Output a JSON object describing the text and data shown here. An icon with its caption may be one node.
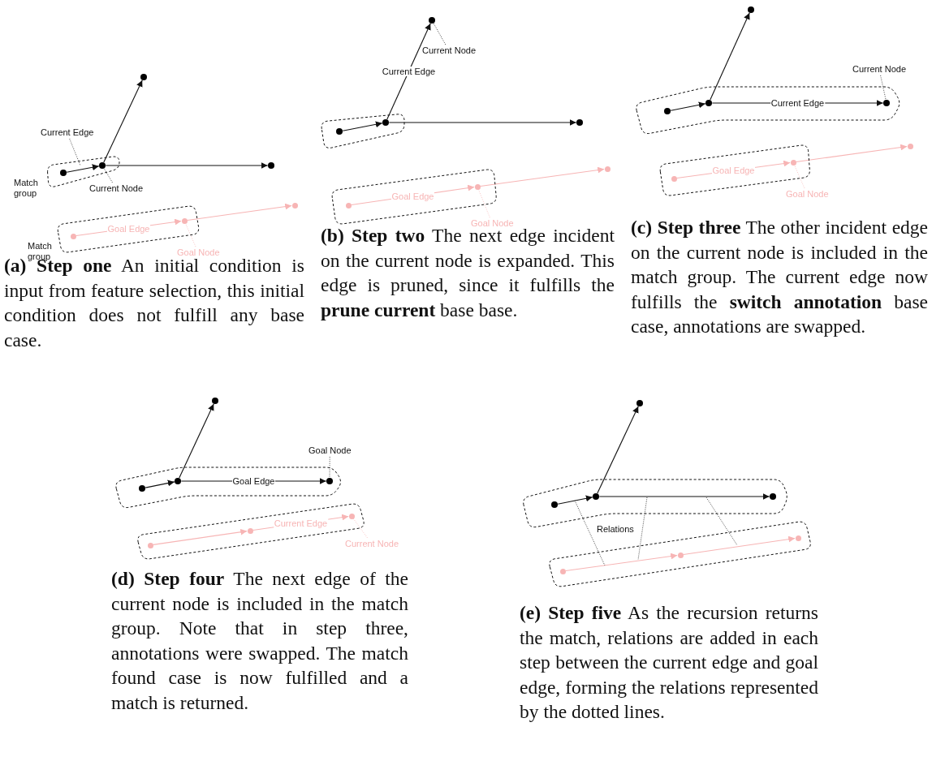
{
  "diagram": {
    "nodes": [
      {
        "text": [
          "Match group"
        ]
      },
      {
        "text": [],
        "shape": "circle",
        "in": 0
      },
      {
        "text": [],
        "shape": "circle",
        "in": 0
      },
      {
        "text": [],
        "shape": "circle"
      },
      {
        "text": [],
        "shape": "circle"
      },
      {
        "text": [
          "Current Edge"
        ]
      },
      {
        "text": [
          "Current Node"
        ]
      },
      {
        "text": [
          "Match group"
        ]
      },
      {
        "text": [],
        "shape": "circle",
        "in": 7
      },
      {
        "text": [],
        "shape": "circle",
        "in": 7
      },
      {
        "text": [],
        "shape": "circle"
      },
      {
        "text": [
          "Goal Node"
        ]
      },
      {
        "text": [],
        "shape": "box"
      },
      {
        "text": [],
        "shape": "circle",
        "in": 12
      },
      {
        "text": [],
        "shape": "circle",
        "in": 12
      },
      {
        "text": [],
        "shape": "circle"
      },
      {
        "text": [],
        "shape": "circle"
      },
      {
        "text": [
          "Current Node"
        ]
      },
      {
        "text": [],
        "shape": "box"
      },
      {
        "text": [],
        "shape": "circle",
        "in": 18
      },
      {
        "text": [],
        "shape": "circle",
        "in": 18
      },
      {
        "text": [],
        "shape": "circle"
      },
      {
        "text": [
          "Goal Node"
        ]
      },
      {
        "text": [],
        "shape": "box"
      },
      {
        "text": [],
        "shape": "circle",
        "in": 23
      },
      {
        "text": [],
        "shape": "circle",
        "in": 23
      },
      {
        "text": [],
        "shape": "circle"
      },
      {
        "text": [],
        "shape": "circle",
        "in": 23
      },
      {
        "text": [
          "Current Node"
        ]
      },
      {
        "text": [],
        "shape": "box"
      },
      {
        "text": [],
        "shape": "circle",
        "in": 29
      },
      {
        "text": [],
        "shape": "circle",
        "in": 29
      },
      {
        "text": [],
        "shape": "circle"
      },
      {
        "text": [
          "Goal Node"
        ]
      },
      {
        "text": [],
        "shape": "box"
      },
      {
        "text": [],
        "shape": "circle",
        "in": 34
      },
      {
        "text": [],
        "shape": "circle",
        "in": 34
      },
      {
        "text": [],
        "shape": "circle"
      },
      {
        "text": [],
        "shape": "circle",
        "in": 34
      },
      {
        "text": [
          "Goal Node"
        ]
      },
      {
        "text": [],
        "shape": "box"
      },
      {
        "text": [],
        "shape": "circle",
        "in": 40
      },
      {
        "text": [],
        "shape": "circle",
        "in": 40
      },
      {
        "text": [],
        "shape": "circle",
        "in": 40
      },
      {
        "text": [
          "Current Node"
        ]
      },
      {
        "text": [],
        "shape": "box"
      },
      {
        "text": [],
        "shape": "circle",
        "in": 45
      },
      {
        "text": [],
        "shape": "circle",
        "in": 45
      },
      {
        "text": [],
        "shape": "circle"
      },
      {
        "text": [],
        "shape": "circle",
        "in": 45
      },
      {
        "text": [],
        "shape": "box"
      },
      {
        "text": [],
        "shape": "circle",
        "in": 50
      },
      {
        "text": [],
        "shape": "circle",
        "in": 50
      },
      {
        "text": [],
        "shape": "circle",
        "in": 50
      }
    ],
    "edges": [
      {
        "from": 1,
        "to": 2,
        "arrow": "to"
      },
      {
        "from": 2,
        "to": 3,
        "arrow": "to"
      },
      {
        "from": 2,
        "to": 4,
        "arrow": "to"
      },
      {
        "from": 8,
        "to": 9,
        "arrow": "to",
        "label": "Goal Edge",
        "color": "#f7b5b5"
      },
      {
        "from": 9,
        "to": 10,
        "arrow": "to",
        "color": "#f7b5b5"
      },
      {
        "from": 5,
        "to": 0,
        "arrow": "none",
        "style": "dashed"
      },
      {
        "from": 6,
        "to": 2,
        "arrow": "none",
        "style": "dashed"
      },
      {
        "from": 11,
        "to": 9,
        "arrow": "none",
        "style": "dashed",
        "color": "#f7b5b5"
      },
      {
        "from": 13,
        "to": 14,
        "arrow": "to"
      },
      {
        "from": 14,
        "to": 15,
        "arrow": "to",
        "label": "Current Edge"
      },
      {
        "from": 14,
        "to": 16,
        "arrow": "to"
      },
      {
        "from": 19,
        "to": 20,
        "arrow": "to",
        "label": "Goal Edge",
        "color": "#f7b5b5"
      },
      {
        "from": 20,
        "to": 21,
        "arrow": "to",
        "color": "#f7b5b5"
      },
      {
        "from": 17,
        "to": 15,
        "arrow": "none",
        "style": "dashed"
      },
      {
        "from": 22,
        "to": 20,
        "arrow": "none",
        "style": "dashed",
        "color": "#f7b5b5"
      },
      {
        "from": 24,
        "to": 25,
        "arrow": "to"
      },
      {
        "from": 25,
        "to": 26,
        "arrow": "to"
      },
      {
        "from": 25,
        "to": 27,
        "arrow": "to",
        "label": "Current Edge"
      },
      {
        "from": 30,
        "to": 31,
        "arrow": "to",
        "label": "Goal Edge",
        "color": "#f7b5b5"
      },
      {
        "from": 31,
        "to": 32,
        "arrow": "to",
        "color": "#f7b5b5"
      },
      {
        "from": 28,
        "to": 27,
        "arrow": "none",
        "style": "dashed"
      },
      {
        "from": 33,
        "to": 31,
        "arrow": "none",
        "style": "dashed",
        "color": "#f7b5b5"
      },
      {
        "from": 35,
        "to": 36,
        "arrow": "to"
      },
      {
        "from": 36,
        "to": 37,
        "arrow": "to"
      },
      {
        "from": 36,
        "to": 38,
        "arrow": "to",
        "label": "Goal Edge"
      },
      {
        "from": 41,
        "to": 42,
        "arrow": "to",
        "color": "#f7b5b5"
      },
      {
        "from": 42,
        "to": 43,
        "arrow": "to",
        "label": "Current Edge",
        "color": "#f7b5b5"
      },
      {
        "from": 39,
        "to": 38,
        "arrow": "none",
        "style": "dashed"
      },
      {
        "from": 44,
        "to": 43,
        "arrow": "none",
        "style": "dashed",
        "color": "#f7b5b5"
      },
      {
        "from": 46,
        "to": 47,
        "arrow": "to"
      },
      {
        "from": 47,
        "to": 48,
        "arrow": "to"
      },
      {
        "from": 47,
        "to": 49,
        "arrow": "to"
      },
      {
        "from": 51,
        "to": 52,
        "arrow": "to",
        "color": "#f7b5b5"
      },
      {
        "from": 52,
        "to": 53,
        "arrow": "to",
        "color": "#f7b5b5"
      }
    ],
    "labels": [
      "**(a) Step one** An initial condition is input from feature selection, this initial condition does not fulfill any base case.",
      "**(b) Step two** The next edge incident on the current node is expanded. This edge is pruned, since it fulfills the **prune current** base base.",
      "**(c) Step three** The other incident edge on the current node is included in the match group. The current edge now fulfills the **switch annotation** base case, annotations are swapped.",
      "Relations",
      "**(d) Step four** The next edge of the current node is included in the match group. Note that in step three, annotations were swapped. The match found case is now fulfilled and a match is returned.",
      "**(e) Step five** As the recursion returns the match, relations are added in each step between the current edge and goal edge, forming the relations represented by the dotted lines."
    ]
  }
}
